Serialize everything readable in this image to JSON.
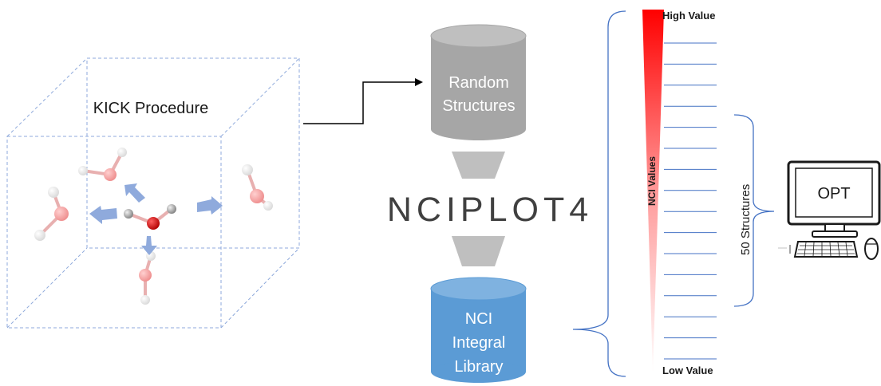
{
  "kick": {
    "title": "KICK Procedure"
  },
  "databases": {
    "random": {
      "line1": "Random",
      "line2": "Structures"
    },
    "nci": {
      "line1": "NCI",
      "line2": "Integral",
      "line3": "Library"
    }
  },
  "nciplot": {
    "label": "NCIPLOT4"
  },
  "scale": {
    "high_label": "High Value",
    "low_label": "Low Value",
    "axis_label": "NCI Values",
    "gradient_top_color": "#ff0000",
    "gradient_bottom_color": "#ffffff",
    "line_color": "#4472c4",
    "line_count": 16
  },
  "selection": {
    "label": "50 Structures"
  },
  "computer": {
    "screen_label": "OPT"
  },
  "colors": {
    "cylinder_gray": "#a6a6a6",
    "cylinder_blue": "#5b9bd5",
    "arrow_blue": "#8faadc",
    "oxygen": "#f4a0a0",
    "oxygen_center": "#cc0000",
    "bracket": "#4472c4"
  }
}
